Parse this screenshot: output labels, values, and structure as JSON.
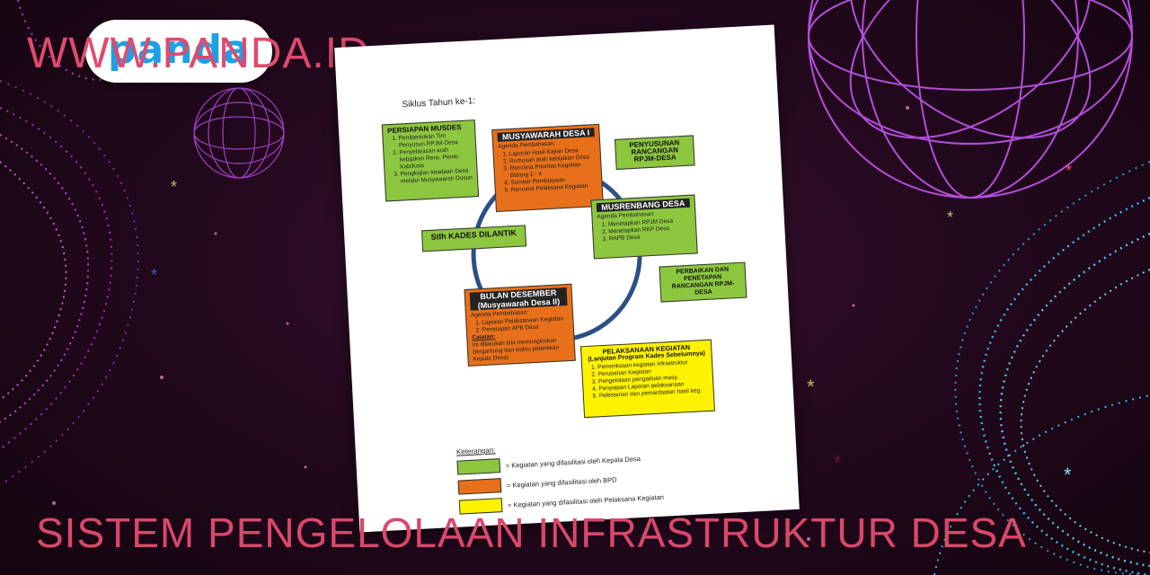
{
  "brand": {
    "logo_text": "panda",
    "site_url": "WWW.PANDA.ID"
  },
  "headline": "SISTEM PENGELOLAAN INFRASTRUKTUR DESA",
  "document": {
    "cycle_title": "Siklus Tahun ke-1:",
    "persiapan": {
      "title": "PERSIAPAN MUSDES",
      "items": [
        "Pembentukan Tim Penyusun RPJM-Desa",
        "Penyelarasan arah kebijakan Renc. Pemb. Kab/Kota",
        "Pengkajian keadaan Desa melalui Musyawarah Dusun"
      ]
    },
    "musdes1": {
      "title": "MUSYAWARAH DESA I",
      "agenda": "Agenda Pembahasan:",
      "items": [
        "Laporan Hasil Kajian Desa",
        "Rumusan arah kebijakan Desa",
        "Rencana Prioritas Kegiatan Bidang 1 - 4",
        "Sumber Pembiayaan",
        "Rencana Pelaksana Kegiatan"
      ]
    },
    "penyusunan": "PENYUSUNAN RANCANGAN RPJM-DESA",
    "kades": "Stlh KADES DILANTIK",
    "musrenbang": {
      "title": "MUSRENBANG DESA",
      "agenda": "Agenda Pembahasan:",
      "items": [
        "Menetapkan RPJM Desa",
        "Menetapkan RKP Desa",
        "RAPB Desa"
      ]
    },
    "perbaikan": "PERBAIKAN DAN PENETAPAN RANCANGAN RPJM-DESA",
    "desember": {
      "title": "BULAN DESEMBER",
      "subtitle": "(Musyawarah Desa II)",
      "agenda": "Agenda Pembahasan:",
      "items": [
        "Laporan Pelaksanaan Kegiatan",
        "Penetapan APB Desa"
      ],
      "note_label": "Catatan:",
      "note": "Ini dilakukan bila memungkinkan (tergantung dari waktu pelantikan Kepala Desa)"
    },
    "pelaksanaan": {
      "title": "PELAKSANAAN KEGIATAN",
      "subtitle": "(Lanjutan Program Kades Sebelumnya)",
      "items": [
        "Pemeriksaan kegiatan infrastruktur",
        "Perubahan Kegiatan",
        "Pengelolaan pengaduan masy.",
        "Penyiapan Laporan pelaksanaan",
        "Pelestarian dan pemanfaatan hasil keg."
      ]
    },
    "legend": {
      "title": "Keterangan:",
      "rows": [
        {
          "label": "= Kegiatan yang difasilitasi oleh Kepala Desa",
          "color": "#8dc63f"
        },
        {
          "label": "= Kegiatan yang difasilitasi oleh BPD",
          "color": "#e8701a"
        },
        {
          "label": "= Kegiatan yang difasilitasi oleh Pelaksana Kegiatan",
          "color": "#fff200"
        }
      ]
    }
  }
}
